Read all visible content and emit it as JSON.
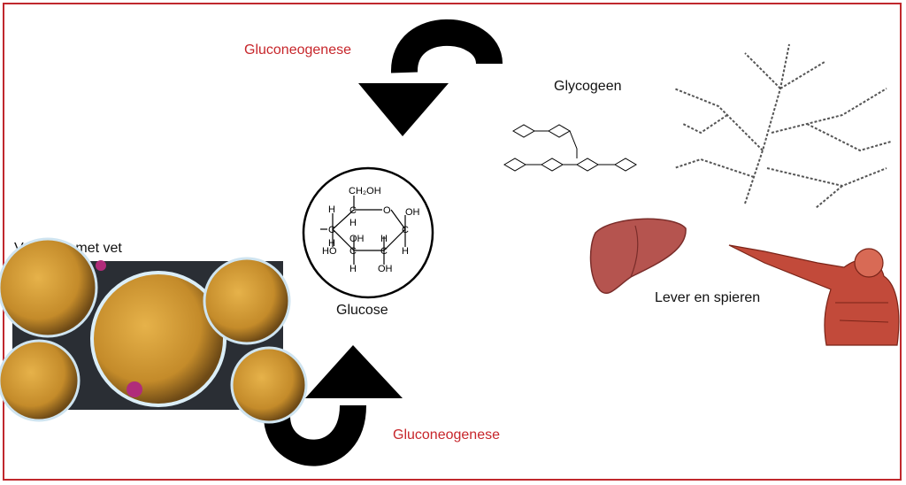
{
  "labels": {
    "gluconeogenese_top": "Gluconeogenese",
    "gluconeogenese_bottom": "Gluconeogenese",
    "glycogeen": "Glycogeen",
    "vetcellen": "Vetcellen met vet",
    "glucose": "Glucose",
    "lever_spieren": "Lever en spieren"
  },
  "glucose_structure": {
    "ch2oh": "CH₂OH",
    "ring_o": "O",
    "h": "H",
    "oh": "OH",
    "c": "C",
    "ho": "HO"
  },
  "colors": {
    "frame": "#c0282d",
    "accent_text": "#c7262b",
    "arrow": "#000000"
  }
}
